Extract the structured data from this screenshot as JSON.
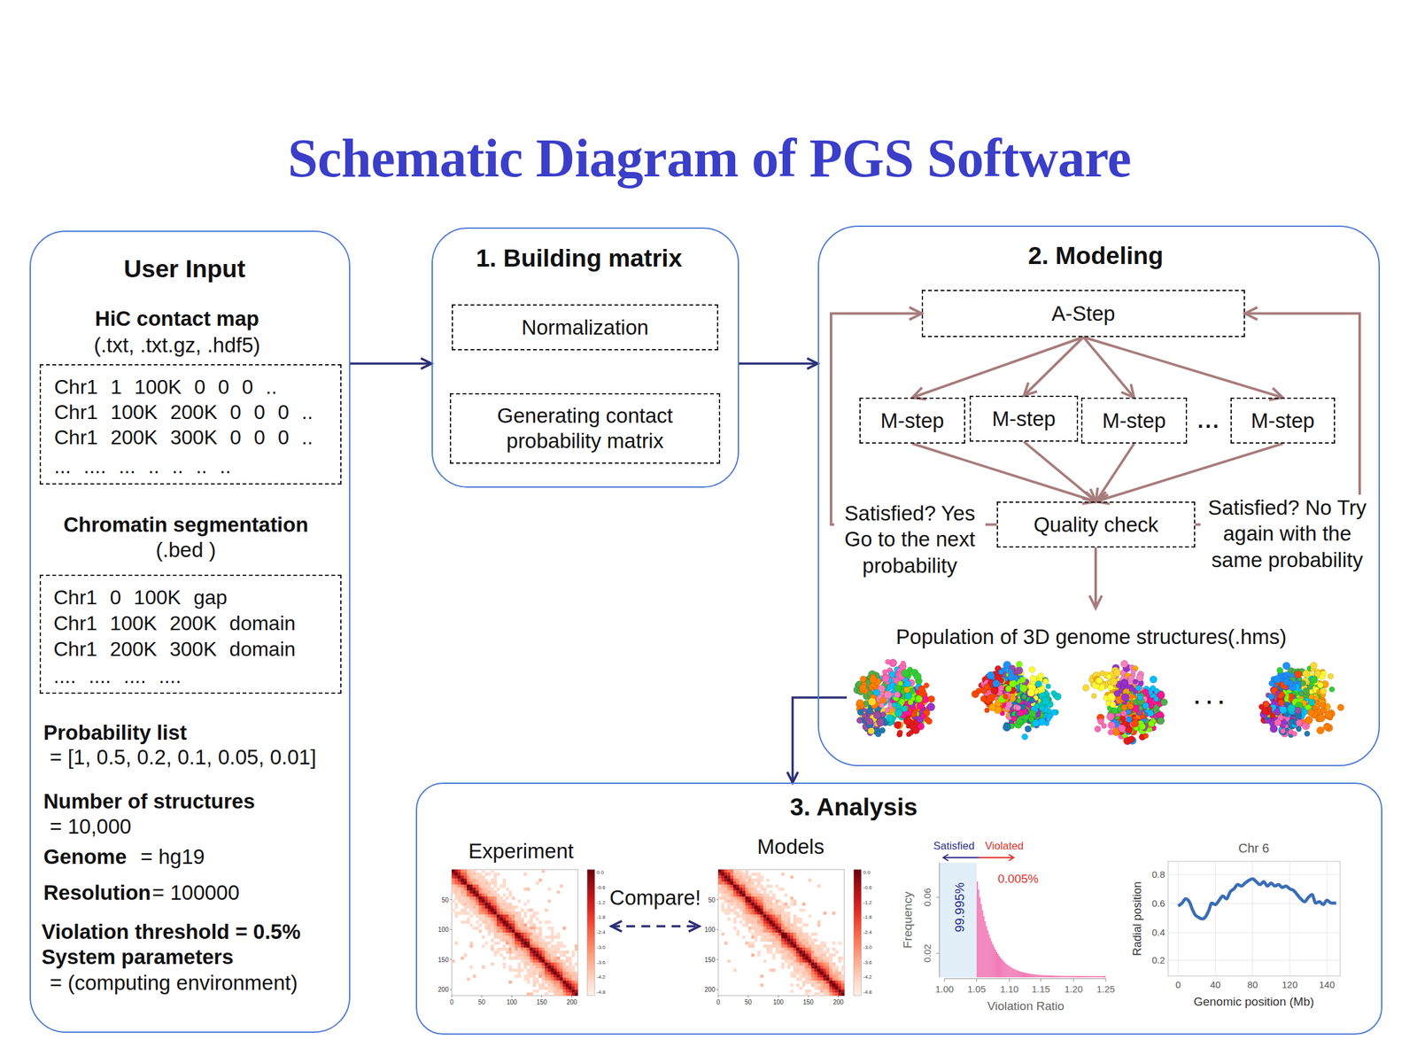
{
  "diagram": {
    "title": "Schematic Diagram of PGS Software",
    "nodes": [
      {
        "text": [
          "User Input",
          "Probability list",
          "= [1, 0.5, 0.2, 0.1, 0.05, 0.01]",
          "Number of structures",
          "= 10,000",
          "Genome",
          "= hg19",
          "Resolution",
          "= 100000",
          "Violation threshold = 0.5%",
          "System parameters",
          "= (computing environment)"
        ]
      },
      {
        "text": [
          "HiC contact map",
          "(.txt, .txt.gz, .hdf5)",
          "Chr1 1 100K 0 0 0 ..",
          "Chr1 100K 200K 0 0 0 ..",
          "Chr1 200K 300K 0 0 0 ..",
          "... .... ... .. .. .. .."
        ],
        "in": 0
      },
      {
        "text": [
          "Chromatin segmentation",
          "(.bed )",
          "Chr1 0 100K gap",
          "Chr1 100K 200K domain",
          "Chr1 200K 300K domain",
          ".... .... .... ...."
        ],
        "in": 0
      },
      {
        "text": [
          "1. Building matrix"
        ]
      },
      {
        "text": [
          "Normalization"
        ],
        "in": 3
      },
      {
        "text": [
          "Generating contact probability matrix"
        ],
        "in": 3
      },
      {
        "text": [
          "2. Modeling"
        ]
      },
      {
        "text": [
          "A-Step"
        ],
        "in": 6
      },
      {
        "text": [
          "M-step"
        ],
        "in": 6
      },
      {
        "text": [
          "M-step"
        ],
        "in": 6
      },
      {
        "text": [
          "M-step"
        ],
        "in": 6
      },
      {
        "text": [
          "M-step"
        ],
        "in": 6
      },
      {
        "text": [
          "Quality check"
        ],
        "in": 6
      },
      {
        "text": [
          "Population of 3D genome structures(.hms)"
        ],
        "in": 6
      },
      {
        "text": [
          "3. Analysis"
        ]
      },
      {
        "text": [
          "Experiment"
        ],
        "in": 14
      },
      {
        "text": [
          "Models"
        ],
        "in": 14
      }
    ],
    "edges": [
      {
        "from": 0,
        "to": 3,
        "arrow": "to"
      },
      {
        "from": 3,
        "to": 6,
        "arrow": "to"
      },
      {
        "from": 7,
        "to": 8,
        "arrow": "to"
      },
      {
        "from": 7,
        "to": 9,
        "arrow": "to"
      },
      {
        "from": 7,
        "to": 10,
        "arrow": "to"
      },
      {
        "from": 7,
        "to": 11,
        "arrow": "to"
      },
      {
        "from": 8,
        "to": 12,
        "arrow": "to"
      },
      {
        "from": 9,
        "to": 12,
        "arrow": "to"
      },
      {
        "from": 10,
        "to": 12,
        "arrow": "to"
      },
      {
        "from": 11,
        "to": 12,
        "arrow": "to"
      },
      {
        "from": 12,
        "to": 7,
        "arrow": "to",
        "label": "Satisfied? Yes Go to the next probability"
      },
      {
        "from": 12,
        "to": 7,
        "arrow": "to",
        "label": "Satisfied? No Try again with the same probability"
      },
      {
        "from": 12,
        "to": 13,
        "arrow": "to"
      },
      {
        "from": 13,
        "to": 14,
        "arrow": "to"
      },
      {
        "from": 15,
        "to": 16,
        "arrow": "both",
        "label": "Compare!"
      }
    ],
    "labels": [
      "...",
      "...",
      "50",
      "100",
      "150",
      "200",
      "0",
      "50",
      "100",
      "150",
      "200",
      "0.0",
      "-0.6",
      "-1.2",
      "-1.8",
      "-2.4",
      "-3.0",
      "-3.6",
      "-4.2",
      "-4.8",
      "50",
      "100",
      "150",
      "200",
      "0",
      "50",
      "100",
      "150",
      "200",
      "0.0",
      "-0.6",
      "-1.2",
      "-1.8",
      "-2.4",
      "-3.0",
      "-3.6",
      "-4.2",
      "-4.8",
      "Satisfied",
      "Violated",
      "99.995%",
      "0.005%",
      "Frequency",
      "0.06",
      "0.02",
      "1.00",
      "1.05",
      "1.10",
      "1.15",
      "1.20",
      "1.25",
      "Violation Ratio",
      "Chr 6",
      "Radial position",
      "0.8",
      "0.6",
      "0.4",
      "0.2",
      "0",
      "40",
      "80",
      "120",
      "140",
      "Genomic position (Mb)"
    ]
  }
}
